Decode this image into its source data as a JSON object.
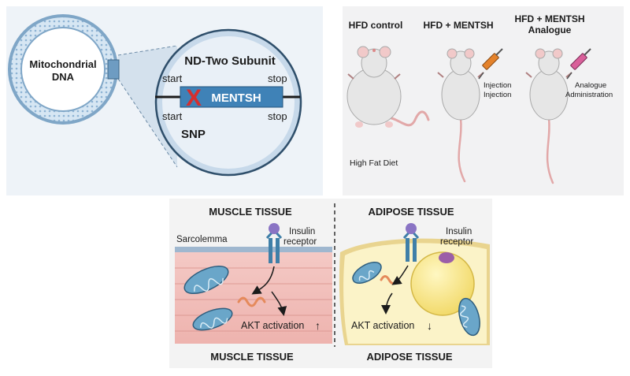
{
  "panel_a": {
    "ring_label_1": "Mitochondrial",
    "ring_label_2": "DNA",
    "gene_title": "ND-Two Subunit",
    "start_top": "start",
    "stop_top": "stop",
    "gene_name": "MENTSH",
    "start_bottom": "start",
    "stop_bottom": "stop",
    "snp_label": "SNP",
    "x_mark": "X"
  },
  "panel_b": {
    "group_1": "HFD control",
    "group_2": "HFD + MENTSH",
    "group_3_line1": "HFD + MENTSH",
    "group_3_line2": "Analogue",
    "diet_label": "High Fat Diet",
    "injection_line1": "Injection",
    "injection_line2": "Injection",
    "analogue_line1": "Analogue",
    "analogue_line2": "Administration",
    "colors": {
      "syringe_orange": "#e4822b",
      "syringe_pink": "#d9609a"
    }
  },
  "panel_c": {
    "muscle_title_top": "MUSCLE TISSUE",
    "adipose_title_top": "ADIPOSE TISSUE",
    "sarcolemma": "Sarcolemma",
    "insulin_left_1": "Insulin",
    "insulin_left_2": "receptor",
    "insulin_right_1": "Insulin",
    "insulin_right_2": "receptor",
    "akt_left": "AKT activation",
    "akt_left_arrow": "↑",
    "akt_right": "AKT activation",
    "akt_right_arrow": "↓",
    "muscle_title_bottom": "MUSCLE TISSUE",
    "adipose_title_bottom": "ADIPOSE TISSUE",
    "colors": {
      "muscle": "#f1c3c0",
      "adipose": "#fbf3c8",
      "receptor": "#3f7fa8",
      "insulin": "#8a74c4"
    }
  }
}
